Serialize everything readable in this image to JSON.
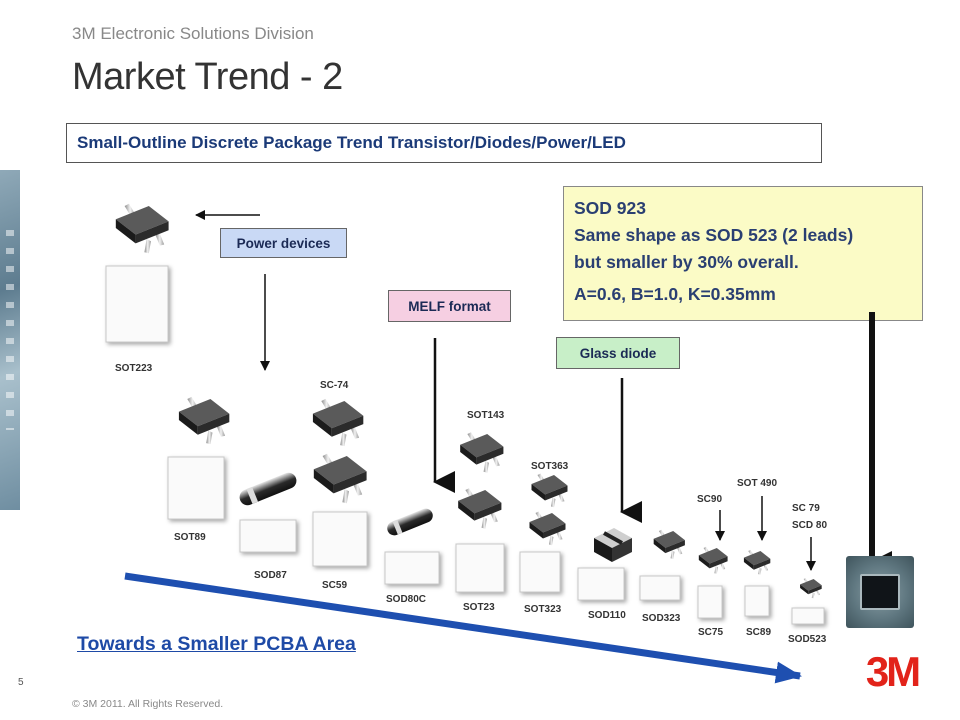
{
  "header": {
    "division": "3M Electronic Solutions Division",
    "title": "Market Trend - 2"
  },
  "subtitle": "Small-Outline Discrete Package Trend Transistor/Diodes/Power/LED",
  "sod_box": {
    "line1": "SOD 923",
    "line2": "Same shape as SOD 523 (2 leads)",
    "line3": "but smaller by 30% overall.",
    "spec": "A=0.6, B=1.0, K=0.35mm",
    "background": "#fbfbc6"
  },
  "tags": {
    "power": "Power devices",
    "melf": "MELF format",
    "glass": "Glass diode"
  },
  "packages": {
    "sot223": "SOT223",
    "sc74": "SC-74",
    "sot143": "SOT143",
    "sot363": "SOT363",
    "sc90": "SC90",
    "sot490": "SOT 490",
    "sc79": "SC 79",
    "scd80": "SCD 80",
    "sot89": "SOT89",
    "sod87": "SOD87",
    "sc59": "SC59",
    "sod80c": "SOD80C",
    "sot23": "SOT23",
    "sot323": "SOT323",
    "sod110": "SOD110",
    "sod323": "SOD323",
    "sc75": "SC75",
    "sc89": "SC89",
    "sod523": "SOD523"
  },
  "footer": {
    "towards": "Towards a Smaller PCBA Area",
    "page": "5",
    "copyright": "© 3M 2011.  All Rights Reserved.",
    "logo_text": "3M"
  },
  "colors": {
    "title": "#333333",
    "subtitle_text": "#1b3a78",
    "trend_arrow": "#1e4fb0",
    "logo": "#e2231a",
    "power_tag": "#c9d9f5",
    "melf_tag": "#f6cfe2",
    "glass_tag": "#c8efc8"
  },
  "icons": {
    "component": "smd-package-icon",
    "resistor": "melf-cylinder-icon",
    "arrow": "arrow-icon"
  }
}
